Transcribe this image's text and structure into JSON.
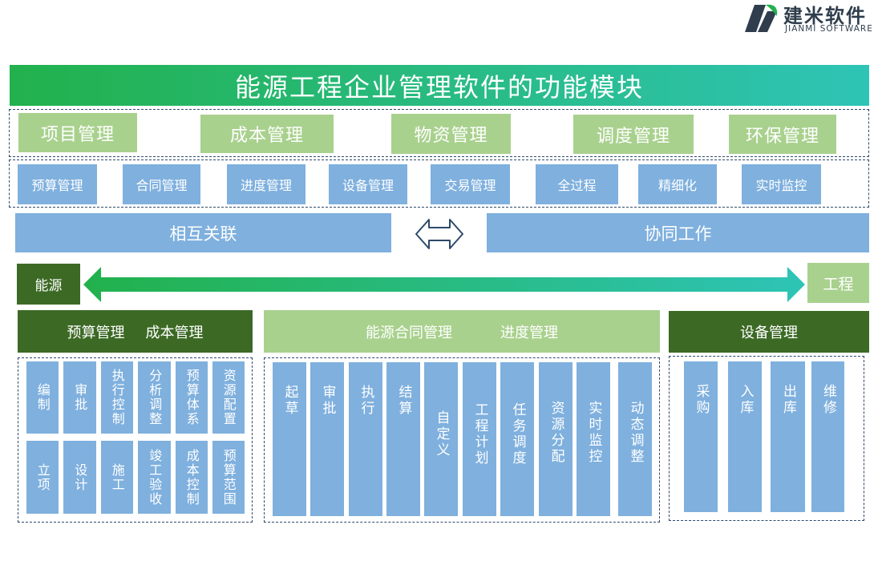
{
  "brand": {
    "name": "建米软件",
    "sub": "JIANMI SOFTWARE"
  },
  "title": "能源工程企业管理软件的功能模块",
  "row1": [
    "项目管理",
    "成本管理",
    "物资管理",
    "调度管理",
    "环保管理"
  ],
  "row2": [
    "预算管理",
    "合同管理",
    "进度管理",
    "设备管理",
    "交易管理",
    "全过程",
    "精细化",
    "实时监控"
  ],
  "relation": {
    "left": "相互关联",
    "right": "协同工作"
  },
  "axis": {
    "left": "能源",
    "right": "工程"
  },
  "left_panel": {
    "header_a": "预算管理",
    "header_b": "成本管理",
    "top": [
      "编制",
      "审批",
      "执行控制",
      "分析调整",
      "预算体系",
      "资源配置"
    ],
    "bottom": [
      "立项",
      "设计",
      "施工",
      "竣工验收",
      "成本控制",
      "预算范围"
    ]
  },
  "mid_panel": {
    "header_a": "能源合同管理",
    "header_b": "进度管理",
    "items": [
      "起草",
      "审批",
      "执行",
      "结算",
      "自定义",
      "工程计划",
      "任务调度",
      "资源分配",
      "实时监控",
      "动态调整"
    ]
  },
  "right_panel": {
    "header": "设备管理",
    "items": [
      "采购",
      "入库",
      "出库",
      "维修"
    ]
  },
  "colors": {
    "title_grad_start": "#22b14c",
    "title_grad_end": "#2ec4b6",
    "light_green": "#a9d18e",
    "blue": "#7fb0de",
    "dark_green": "#3c6a25"
  }
}
